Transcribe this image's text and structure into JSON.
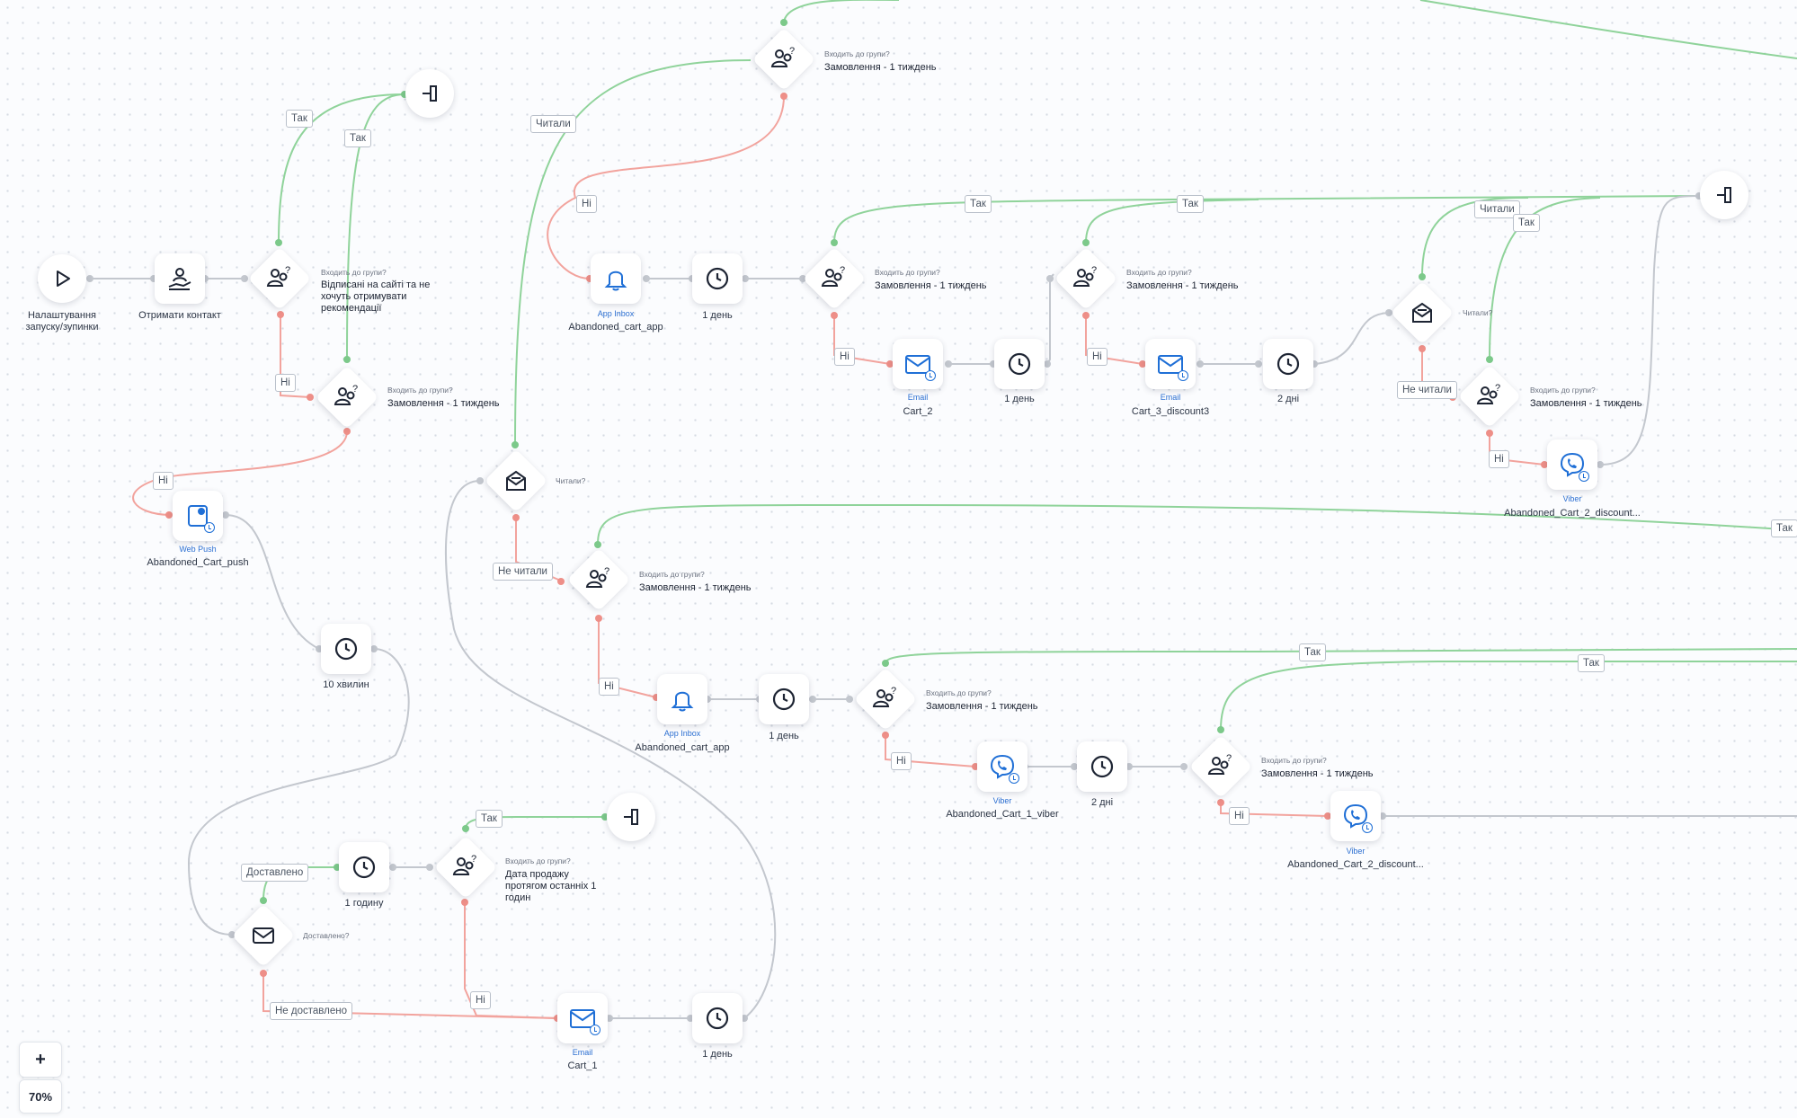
{
  "canvas": {
    "zoom_label": "70%",
    "zoom_in_label": "+"
  },
  "colors": {
    "yes_edge": "#8fd39a",
    "no_edge": "#f2a39d",
    "neutral_edge": "#c3c7ce",
    "accent": "#1f6fd6"
  },
  "edge_labels": {
    "yes": "Так",
    "no": "Ні",
    "read": "Читали",
    "not_read": "Не читали",
    "delivered": "Доставлено",
    "not_delivered": "Не доставлено"
  },
  "nodes": {
    "start": {
      "label": "Налаштування запуску/зупинки",
      "icon": "play-icon"
    },
    "get_contact": {
      "label": "Отримати контакт",
      "icon": "contact-hand-icon"
    },
    "cond_unsub": {
      "question": "Входить до групи?",
      "value": "Відписані на сайті та не хочуть отримувати рекомендації"
    },
    "exit_top": {
      "icon": "exit-icon"
    },
    "cond_orders_1": {
      "question": "Входить до групи?",
      "value": "Замовлення - 1 тиждень"
    },
    "webpush": {
      "type": "Web Push",
      "label": "Abandoned_Cart_push"
    },
    "wait_10m": {
      "label": "10 хвилин"
    },
    "read_check_1": {
      "question": "Читали?"
    },
    "cond_top": {
      "question": "Входить до групи?",
      "value": "Замовлення - 1 тиждень"
    },
    "appinbox_1": {
      "type": "App Inbox",
      "label": "Abandoned_cart_app"
    },
    "wait_1d_a": {
      "label": "1 день"
    },
    "cond_row1_a": {
      "question": "Входить до групи?",
      "value": "Замовлення - 1 тиждень"
    },
    "email_cart2": {
      "type": "Email",
      "label": "Cart_2"
    },
    "wait_1d_b": {
      "label": "1 день"
    },
    "cond_row1_b": {
      "question": "Входить до групи?",
      "value": "Замовлення - 1 тиждень"
    },
    "email_cart3": {
      "type": "Email",
      "label": "Cart_3_discount3"
    },
    "wait_2d_a": {
      "label": "2 дні"
    },
    "read_check_2": {
      "question": "Читали?"
    },
    "cond_row1_c": {
      "question": "Входить до групи?",
      "value": "Замовлення - 1 тиждень"
    },
    "viber_top": {
      "type": "Viber",
      "label": "Abandoned_Cart_2_discount..."
    },
    "exit_right": {
      "icon": "exit-icon"
    },
    "cond_mid": {
      "question": "Входить до групи?",
      "value": "Замовлення - 1 тиждень"
    },
    "appinbox_2": {
      "type": "App Inbox",
      "label": "Abandoned_cart_app"
    },
    "wait_1d_c": {
      "label": "1 день"
    },
    "cond_row2_a": {
      "question": "Входить до групи?",
      "value": "Замовлення - 1 тиждень"
    },
    "viber_1": {
      "type": "Viber",
      "label": "Abandoned_Cart_1_viber"
    },
    "wait_2d_b": {
      "label": "2 дні"
    },
    "cond_row2_b": {
      "question": "Входить до групи?",
      "value": "Замовлення - 1 тиждень"
    },
    "viber_2": {
      "type": "Viber",
      "label": "Abandoned_Cart_2_discount..."
    },
    "delivered_check": {
      "question": "Доставлено?"
    },
    "wait_1h": {
      "label": "1 годину"
    },
    "cond_sale": {
      "question": "Входить до групи?",
      "value": "Дата продажу протягом останніх 1 годин"
    },
    "exit_bottom": {
      "icon": "exit-icon"
    },
    "email_cart1": {
      "type": "Email",
      "label": "Cart_1"
    },
    "wait_1d_d": {
      "label": "1 день"
    }
  }
}
